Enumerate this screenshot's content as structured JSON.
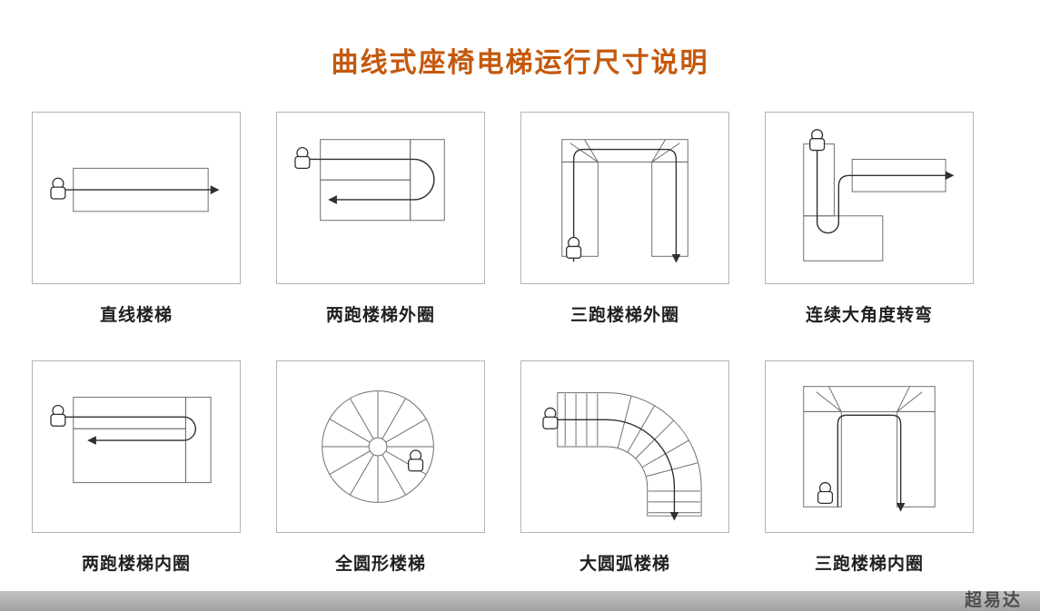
{
  "title": "曲线式座椅电梯运行尺寸说明",
  "diagrams": [
    {
      "label": "直线楼梯",
      "name": "straight-staircase"
    },
    {
      "label": "两跑楼梯外圈",
      "name": "two-run-staircase-outer"
    },
    {
      "label": "三跑楼梯外圈",
      "name": "three-run-staircase-outer"
    },
    {
      "label": "连续大角度转弯",
      "name": "continuous-large-angle-turns"
    },
    {
      "label": "两跑楼梯内圈",
      "name": "two-run-staircase-inner"
    },
    {
      "label": "全圆形楼梯",
      "name": "full-circular-staircase"
    },
    {
      "label": "大圆弧楼梯",
      "name": "large-arc-staircase"
    },
    {
      "label": "三跑楼梯内圈",
      "name": "three-run-staircase-inner"
    }
  ],
  "footer": {
    "watermark": "超易达"
  },
  "colors": {
    "title": "#c4590e",
    "label": "#1f1f1f",
    "box-border": "#b3b3b3",
    "drawing-line": "#6e6e6e",
    "rail-line": "#2f2f2f",
    "footer-from": "#c2c2c2",
    "footer-to": "#a2a2a2",
    "footer-text": "#4d4d4d"
  }
}
